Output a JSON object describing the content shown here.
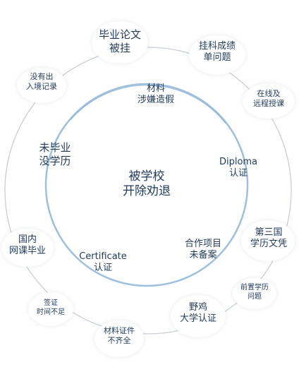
{
  "colors": {
    "text": "#1f3b5c",
    "outer_ring": "#c9ced6",
    "inner_ring": "#9ec0de",
    "inner_ring_dark": "#6f9fca"
  },
  "center": "被学校\n开除劝退",
  "inner_items": {
    "top": "材料\n涉嫌造假",
    "left": "未毕业\n没学历",
    "right": "Diploma\n认证",
    "bottom_left": "Certificate\n认证",
    "bottom_right": "合作项目\n未备案"
  },
  "outer_items": {
    "top": "毕业论文\n被挂",
    "top_right": "挂科成绩\n单问题",
    "right_upper": "在线及\n远程授课",
    "right": "第三国\n学历文凭",
    "right_lower": "前置学历\n问题",
    "bottom_right": "野鸡\n大学认证",
    "bottom": "材料证件\n不齐全",
    "bottom_left": "签证\n时间不足",
    "left": "国内\n网课毕业",
    "top_left": "没有出\n入境记录"
  }
}
